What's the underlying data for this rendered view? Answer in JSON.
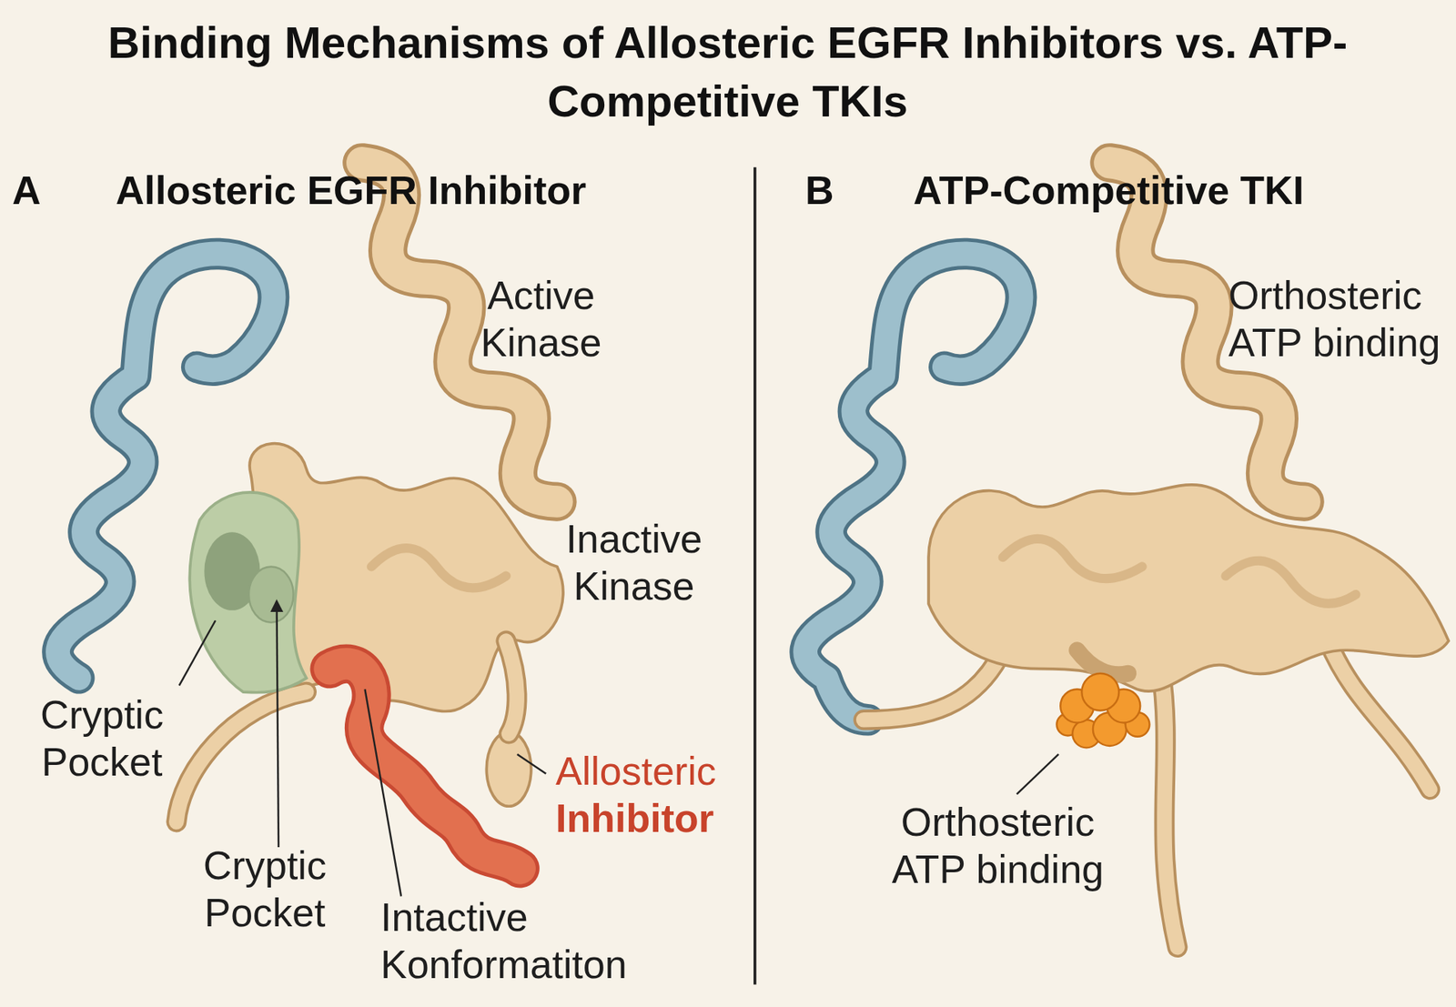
{
  "diagram": {
    "title": "Binding Mechanisms of Allosteric EGFR Inhibitors vs. ATP-Competitive TKIs",
    "labels": [
      "A",
      "Allosteric EGFR Inhibitor",
      "B",
      "ATP-Competitive TKI",
      "Active Kinase",
      "Orthosteric ATP binding",
      "Inactive Kinase",
      "Cryptic Pocket",
      "Allosteric Inhibitor",
      "Orthosteric ATP binding",
      "Cryptic Pocket",
      "Intactive Konformatiton"
    ]
  }
}
